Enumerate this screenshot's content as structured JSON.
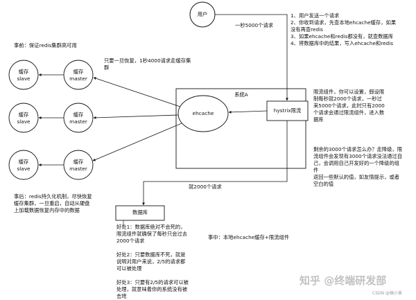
{
  "nodes": {
    "user": "用户",
    "system_a": "系统A",
    "ehcache": "ehcache",
    "hystrix": "hystrix限流",
    "database": "数据库",
    "clusters": [
      {
        "slave": "缓存\nslave",
        "master": "缓存\nmaster"
      },
      {
        "slave": "缓存\nslave",
        "master": "缓存\nmaster"
      },
      {
        "slave": "缓存\nslave",
        "master": "缓存\nmaster"
      }
    ]
  },
  "annotations": {
    "rate_top": "一秒5000个请求",
    "steps": "1、用户发送一个请求\n2、你收到请求，先查本地ehcache缓存，如果\n没有再查redis\n3、如果ehcache和redis都没有，就查数据库\n4、将数据库中的结果，写入ehcache和redis",
    "pre_event": "事前：保证redis集群高可用",
    "recover": "只要一旦恢复，1秒4000请求走缓存集\n群",
    "limit": "限流组件，你可以设置，假设限\n制每秒就2000个请求，一秒过\n来5000个请求，此时只有2000\n个请求会通过限流组件，进入数\n据库",
    "degrade": "剩余的3000个请求怎么办？走降级，限\n流组件会发现有3000个请求没法通过自\n己，会调用自己开发好的一个降级的组\n件\n返回一些默认的值，如友情提示，或者\n空白的值",
    "post_event": "事后：redis持久化机制，尽快恢复\n缓存集群，一旦重启，自动从硬盘\n上加载数据恢复内存中的数据",
    "rate_db": "就2000个请求",
    "in_event": "事中：本地ehcache缓存+限流组件",
    "benefits": "好处1：数据库绝对不会死的，\n限流组件就确保了每秒只会过去\n2000个请求\n\n好处2：只要数据库不死，就是\n说明对用户来说，2/5的请求都\n可以被处理\n\n好处3：只要有2/5的请求可以被\n处理，就意味着你的系统没有被\n击垮"
  },
  "watermark": {
    "brand": "知乎 @终端研发部",
    "csdn": "CSDN @搞小景"
  }
}
